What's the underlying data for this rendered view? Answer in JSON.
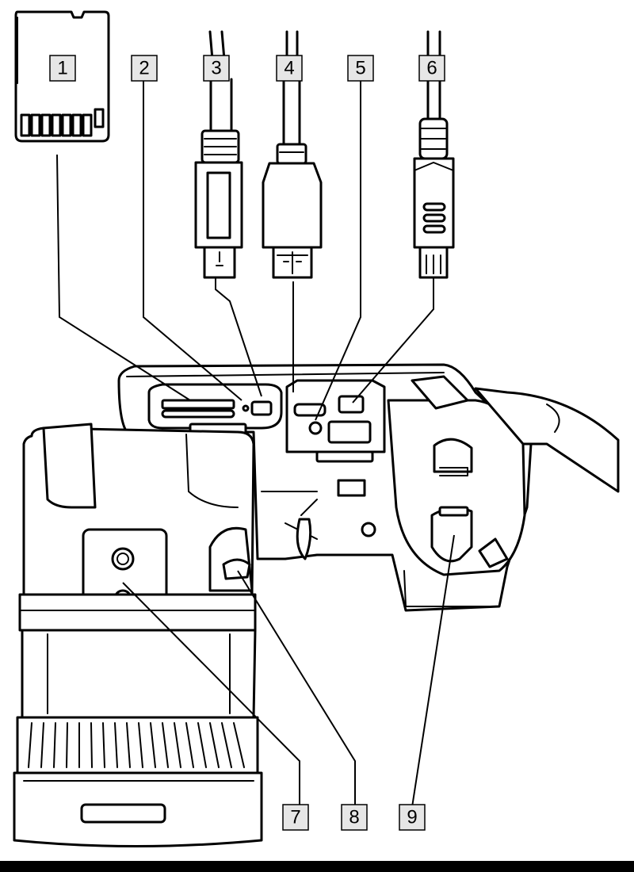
{
  "callouts": [
    {
      "id": "1",
      "label": "1"
    },
    {
      "id": "2",
      "label": "2"
    },
    {
      "id": "3",
      "label": "3"
    },
    {
      "id": "4",
      "label": "4"
    },
    {
      "id": "5",
      "label": "5"
    },
    {
      "id": "6",
      "label": "6"
    },
    {
      "id": "7",
      "label": "7"
    },
    {
      "id": "8",
      "label": "8"
    },
    {
      "id": "9",
      "label": "9"
    }
  ],
  "colors": {
    "ink": "#000000",
    "paper": "#ffffff",
    "callout_fill": "#e6e6e6"
  }
}
